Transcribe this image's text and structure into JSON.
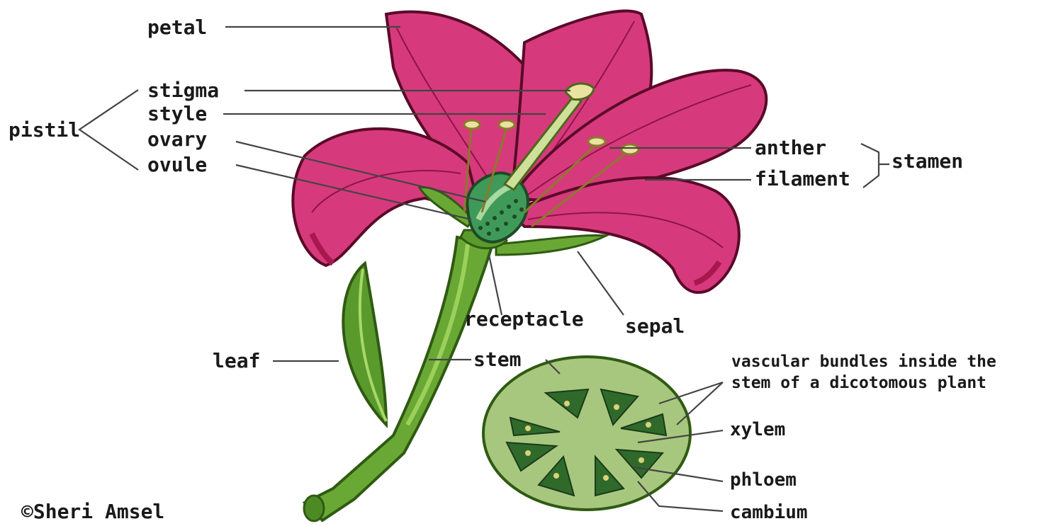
{
  "labels": {
    "petal": "petal",
    "stigma": "stigma",
    "style": "style",
    "ovary": "ovary",
    "ovule": "ovule",
    "pistil": "pistil",
    "anther": "anther",
    "filament": "filament",
    "stamen": "stamen",
    "receptacle": "receptacle",
    "sepal": "sepal",
    "leaf": "leaf",
    "stem": "stem",
    "vascular_line1": "vascular bundles inside the",
    "vascular_line2": "stem of a dicotomous plant",
    "xylem": "xylem",
    "phloem": "phloem",
    "cambium": "cambium",
    "copyright": "©Sheri Amsel"
  },
  "colors": {
    "petal": "#d63a7c",
    "petal_shade": "#a8174e",
    "stem": "#6aa835",
    "stem_dark": "#3f6e1c",
    "ovary": "#3f9a5a",
    "stamen": "#e9e2a0",
    "cross_section_bg": "#a8c77e",
    "bundle": "#2f6a2b"
  }
}
